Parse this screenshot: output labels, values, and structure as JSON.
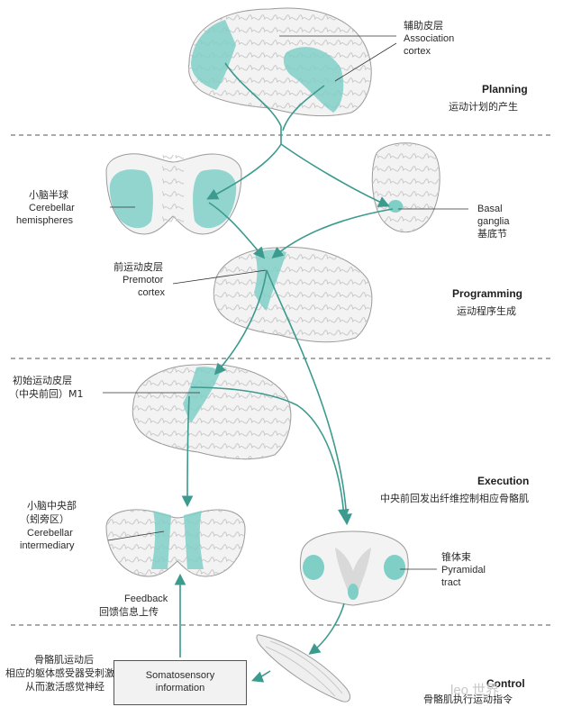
{
  "stages": [
    {
      "title": "Planning",
      "subtitle": "运动计划的产生"
    },
    {
      "title": "Programming",
      "subtitle": "运动程序生成"
    },
    {
      "title": "Execution",
      "subtitle": "中央前回发出纤维控制相应骨骼肌"
    },
    {
      "title": "Control",
      "subtitle": "骨骼肌执行运动指令"
    }
  ],
  "labels": {
    "association": [
      "辅助皮层",
      "Association",
      "cortex"
    ],
    "cerebellar_hemispheres": [
      "小脑半球",
      "Cerebellar",
      "hemispheres"
    ],
    "basal_ganglia": [
      "Basal",
      "ganglia",
      "基底节"
    ],
    "premotor": [
      "前运动皮层",
      "Premotor",
      "cortex"
    ],
    "m1": [
      "初始运动皮层",
      "（中央前回）M1"
    ],
    "cerebellar_intermediary": [
      "小脑中央部",
      "（蚓旁区）",
      "Cerebellar",
      "intermediary"
    ],
    "pyramidal": [
      "锥体束",
      "Pyramidal",
      "tract"
    ],
    "feedback": [
      "Feedback",
      "回馈信息上传"
    ],
    "skeletal": [
      "骨骼肌运动后",
      "相应的躯体感受器受刺激",
      "从而激活感觉神经"
    ],
    "somatosensory": [
      "Somatosensory",
      "information"
    ]
  },
  "watermark": "leo 世界",
  "colors": {
    "accent": "#7fcfc7",
    "pathway": "#3c9a8e",
    "brain": "#f3f3f3",
    "dash": "#555555"
  }
}
